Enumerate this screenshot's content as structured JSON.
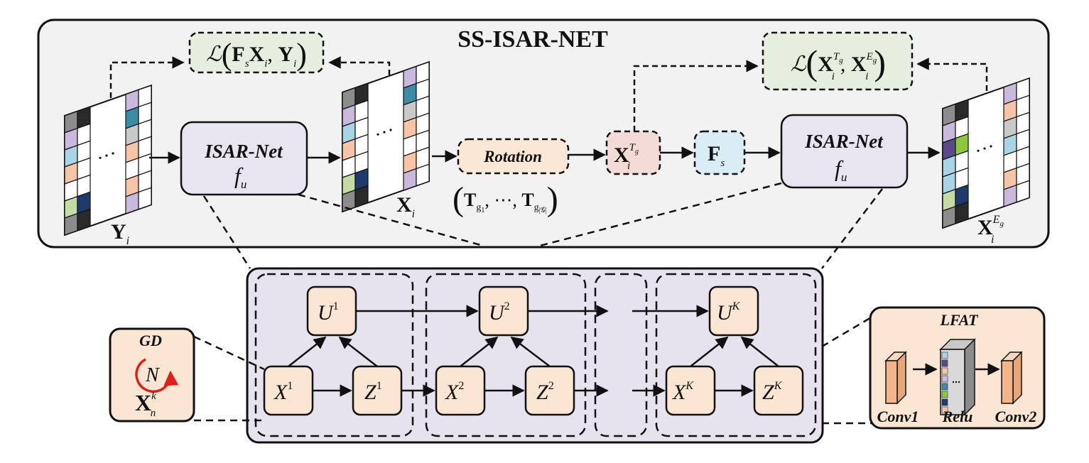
{
  "title": "SS-ISAR-NET",
  "colors": {
    "outer_bg": "#f2f2f2",
    "isar_box": "#e9e5f0",
    "loss_box": "#e6efdf",
    "rotation_box": "#fbe7d6",
    "xtg_box": "#f3dcd8",
    "fs_box": "#dbedf4",
    "node_fill": "#fbe5d3",
    "unroll_bg": "#e6e2ee",
    "gd_bg": "#fbe5d3",
    "lfat_bg": "#fbe5d3",
    "arrow_red": "#e0201a"
  },
  "top": {
    "loss1": {
      "script": "ℒ",
      "f": "F",
      "f_sub": "s",
      "x": "X",
      "x_sub": "i",
      "y": "Y",
      "y_sub": "i"
    },
    "loss2": {
      "script": "ℒ",
      "x1": "X",
      "x1_sub": "i",
      "x1_sup": "T",
      "x1_sup_sub": "g",
      "x2": "X",
      "x2_sub": "i",
      "x2_sup": "E",
      "x2_sup_sub": "g"
    },
    "isar_net_left": {
      "name": "ISAR-Net",
      "f": "f",
      "f_sub": "u"
    },
    "isar_net_right": {
      "name": "ISAR-Net",
      "f": "f",
      "f_sub": "u"
    },
    "rotation": {
      "label": "Rotation",
      "set_T": "T",
      "set_g1": "g",
      "set_g1_sub": "1",
      "set_gn": "g",
      "set_gn_sub": "|𝒢|"
    },
    "xtg": {
      "x": "X",
      "sub": "i",
      "sup": "T",
      "sup_sub": "g"
    },
    "fs": {
      "f": "F",
      "sub": "s"
    },
    "matrix_labels": {
      "y_i": {
        "main": "Y",
        "sub": "i"
      },
      "x_i": {
        "main": "X",
        "sub": "i"
      },
      "x_eg": {
        "main": "X",
        "sub": "i",
        "sup": "E",
        "sup_sub": "g"
      }
    }
  },
  "bottom": {
    "gd": {
      "title": "GD",
      "n": "N",
      "x": "X",
      "x_sub": "n",
      "x_sup": "k"
    },
    "nodes": [
      {
        "u": "U",
        "u_sup": "1",
        "x": "X",
        "x_sup": "1",
        "z": "Z",
        "z_sup": "1"
      },
      {
        "u": "U",
        "u_sup": "2",
        "x": "X",
        "x_sup": "2",
        "z": "Z",
        "z_sup": "2"
      },
      {
        "u": "U",
        "u_sup": "K",
        "x": "X",
        "x_sup": "K",
        "z": "Z",
        "z_sup": "K"
      }
    ],
    "lfat": {
      "title": "LFAT",
      "conv1": "Conv1",
      "relu": "Relu",
      "conv2": "Conv2"
    }
  }
}
